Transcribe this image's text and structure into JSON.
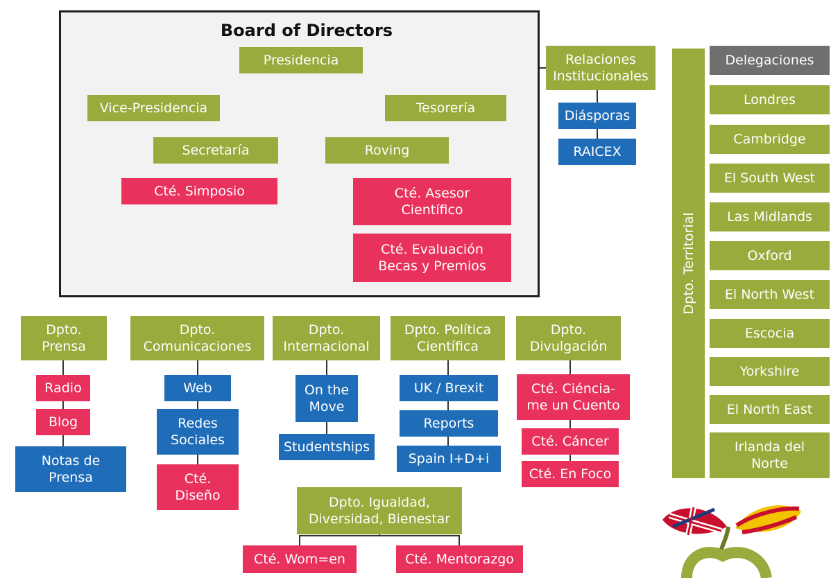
{
  "board": {
    "title": "Board of Directors"
  },
  "nodes": {
    "presidencia": "Presidencia",
    "vice": "Vice-Presidencia",
    "tesoreria": "Tesorería",
    "secretaria": "Secretaría",
    "roving": "Roving",
    "cte_simposio": "Cté. Simposio",
    "cte_asesor": "Cté. Asesor\nCientífico",
    "cte_evaluacion": "Cté. Evaluación\nBecas y Premios",
    "relaciones": "Relaciones\nInstitucionales",
    "diasporas": "Diásporas",
    "raicex": "RAICEX",
    "territorial": "Dpto. Territorial",
    "delegaciones": "Delegaciones",
    "prensa": "Dpto.\nPrensa",
    "radio": "Radio",
    "blog": "Blog",
    "notas": "Notas de\nPrensa",
    "comunicaciones": "Dpto.\nComunicaciones",
    "web": "Web",
    "redes": "Redes\nSociales",
    "cte_diseno": "Cté.\nDiseño",
    "internacional": "Dpto.\nInternacional",
    "onthemove": "On the\nMove",
    "studentships": "Studentships",
    "politica": "Dpto. Política\nCientífica",
    "brexit": "UK / Brexit",
    "reports": "Reports",
    "spain": "Spain I+D+i",
    "divulgacion": "Dpto.\nDivulgación",
    "cte_ciencia": "Cté. Ciéncia-\nme un Cuento",
    "cte_cancer": "Cté. Cáncer",
    "cte_foco": "Cté. En Foco",
    "igualdad": "Dpto. Igualdad,\nDiversidad, Bienestar",
    "cte_women": "Cté. Wom=en",
    "cte_mentor": "Cté. Mentorazgo"
  },
  "delegations": [
    "Londres",
    "Cambridge",
    "El South West",
    "Las Midlands",
    "Oxford",
    "El North West",
    "Escocia",
    "Yorkshire",
    "El North East",
    "Irlanda del\nNorte"
  ],
  "colors": {
    "green": "#9aaa3c",
    "red": "#e8315c",
    "blue": "#1f6db8",
    "grey": "#6f6f6f"
  }
}
